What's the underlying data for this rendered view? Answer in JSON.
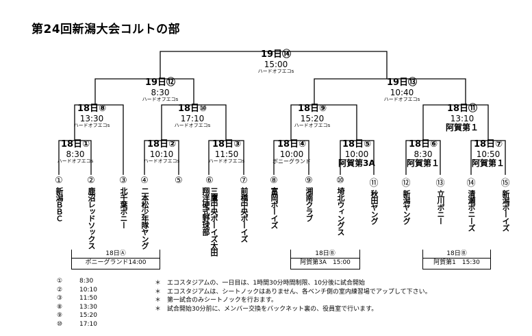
{
  "title": "第24回新潟大会コルトの部",
  "matches": {
    "final": {
      "date": "19日⑭",
      "time": "15:00",
      "venue": "ハードオフエコs"
    },
    "sf_left": {
      "date": "19日⑫",
      "time": "8:30",
      "venue": "ハードオフエコs"
    },
    "sf_right": {
      "date": "19日⑬",
      "time": "10:40",
      "venue": "ハードオフエコs"
    },
    "q8": {
      "date": "18日⑧",
      "time": "13:30",
      "venue": "ハードオフエコs"
    },
    "q10": {
      "date": "18日⑩",
      "time": "17:10",
      "venue": "ハードオフエコs"
    },
    "q9": {
      "date": "18日⑨",
      "time": "15:20",
      "venue": "ハードオフエコs"
    },
    "q11": {
      "date": "18日⑪",
      "time": "13:10",
      "venue": "阿賀第１"
    },
    "r1": {
      "date": "18日①",
      "time": "8:30",
      "venue": "ハードオフエコs"
    },
    "r2": {
      "date": "18日②",
      "time": "10:10",
      "venue": "ハードオフエコs"
    },
    "r3": {
      "date": "18日③",
      "time": "11:50",
      "venue": "ハードオフエコs"
    },
    "r4": {
      "date": "18日④",
      "time": "10:00",
      "venue": "ボニーグランド"
    },
    "r5": {
      "date": "18日⑤",
      "time": "10:00",
      "venue": "阿賀第3A"
    },
    "r6": {
      "date": "18日⑥",
      "time": "8:30",
      "venue": "阿賀第１"
    },
    "r7": {
      "date": "18日⑦",
      "time": "10:50",
      "venue": "阿賀第１"
    }
  },
  "teams": [
    {
      "num": "①",
      "name": "新潟ＢＢＣ"
    },
    {
      "num": "②",
      "name": "鹿沼レッドソックス"
    },
    {
      "num": "③",
      "name": "北千葉ボニー"
    },
    {
      "num": "④",
      "name": "二本松少年隊ヤング"
    },
    {
      "num": "⑤",
      "name": ""
    },
    {
      "num": "⑥",
      "name": "三鷹中央ボーイズ太田翔洋硬式野球部"
    },
    {
      "num": "⑦",
      "name": "前橋中央ボーイズ"
    },
    {
      "num": "⑧",
      "name": "富岡ボーイズ"
    },
    {
      "num": "⑨",
      "name": "湘南クラブ"
    },
    {
      "num": "⑩",
      "name": "埼北ウィングス"
    },
    {
      "num": "⑪",
      "name": "秋田ヤング"
    },
    {
      "num": "⑫",
      "name": "新潟ヤング"
    },
    {
      "num": "⑬",
      "name": "立川ボニー"
    },
    {
      "num": "⑭",
      "name": "清瀬ボニーズ"
    },
    {
      "num": "⑮",
      "name": "新潟ボーイズ"
    }
  ],
  "placement_boxes": [
    {
      "line1": "18日Ⓐ",
      "line2": "ボニーグランド14:00"
    },
    {
      "line1": "18日Ⓑ",
      "line2": "阿賀第3A　15:00"
    },
    {
      "line1": "18日Ⓑ",
      "line2": "阿賀第1　15:30"
    }
  ],
  "schedule": [
    {
      "game": "①",
      "time": "8:30",
      "note": "＊　エコスタジアムの、一日目は、1時間30分時間制限、10分後に試合開始"
    },
    {
      "game": "②",
      "time": "10:10",
      "note": "＊　エコスタジアムは、シートノックはありません、各ベンチ側の室内練習場でアップして下さい。"
    },
    {
      "game": "③",
      "time": "11:50",
      "note": "＊　第一試合のみシートノックを行おます。"
    },
    {
      "game": "⑧",
      "time": "13:30",
      "note": "＊　試合開始30分前に、メンバー交換をバックネット裏の、役員室で行います。"
    },
    {
      "game": "⑨",
      "time": "15:20",
      "note": ""
    },
    {
      "game": "⑩",
      "time": "17:10",
      "note": ""
    }
  ]
}
